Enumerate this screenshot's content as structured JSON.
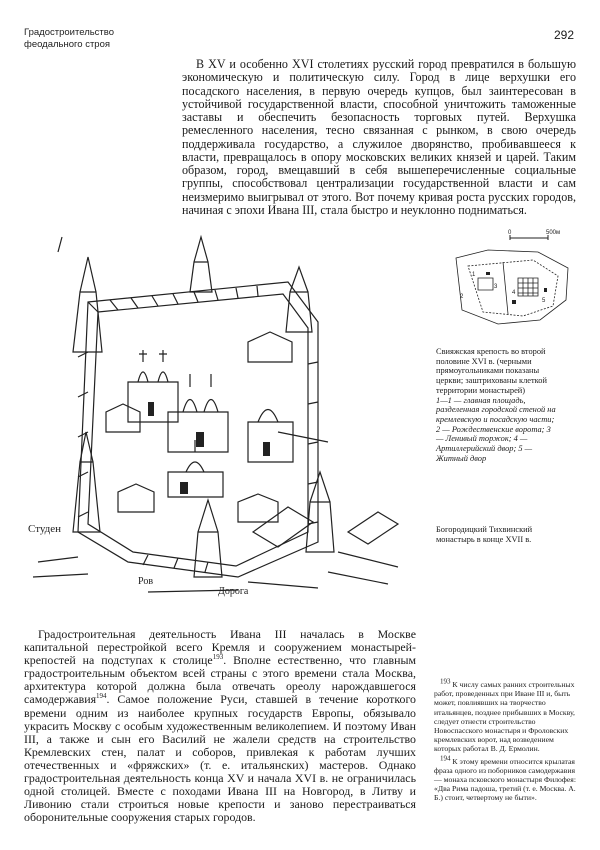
{
  "header": {
    "title_line1": "Градостроительство",
    "title_line2": "феодального строя",
    "page_number": "292"
  },
  "top_paragraph": "В XV и особенно XVI столетиях русский город превратился в большую экономическую и политическую силу. Город в лице верхушки его посадского населения, в первую очередь купцов, был заинтересован в устойчивой государственной власти, способной уничтожить таможенные заставы и обеспечить безопасность торговых путей. Верхушка ремесленного населения, тесно связанная с рынком, в свою очередь поддерживала государство, а служилое дворянство, пробивавшееся к власти, превращалось в опору московских великих князей и царей. Таким образом, город, вмещавший в себя вышеперечисленные социальные группы, способствовал централизации государственной власти и сам неизмеримо выигрывал от этого. Вот почему кривая роста русских городов, начиная с эпохи Ивана III, стала быстро и неуклонно подниматься.",
  "map": {
    "scale_0": "0",
    "scale_500": "500м",
    "labels": [
      "1",
      "2",
      "3",
      "4",
      "5"
    ]
  },
  "caption_map": {
    "title": "Свияжская крепость во второй половине XVI в. (черными прямоугольниками показаны церкви; заштрихованы клеткой территории монастырей)",
    "legend": "1—1 — главная площадь, разделенная городской стеной на кремлевскую и посадскую части; 2 — Рождественские ворота; 3 — Ленивый торжок; 4 — Артиллерийский двор; 5 — Житный двор"
  },
  "caption_drawing": "Богородицкий Тихвинский монастырь в конце XVII в.",
  "drawing_labels": {
    "left": "Студен",
    "bottom": "Ров",
    "road": "Дорога"
  },
  "bottom_paragraph_parts": {
    "a": "Градостроительная деятельность Ивана III началась в Москве капитальной перестройкой всего Кремля и сооружением монастырей-крепостей на подступах к столице",
    "fn1": "193",
    "b": ". Вполне естественно, что главным градостроительным объектом всей страны с этого времени стала Москва, архитектура которой должна была отвечать ореолу нарождавшегося самодержавия",
    "fn2": "194",
    "c": ". Самое положение Руси, ставшей в течение короткого времени одним из наиболее крупных государств Европы, обязывало украсить Москву с особым художественным великолепием. И поэтому Иван III, а также и сын его Василий не жалели средств на строительство Кремлевских стен, палат и соборов, привлекая к работам лучших отечественных и «фряжских» (т. е. итальянских) мастеров. Однако градостроительная деятельность конца XV и начала XVI в. не ограничилась одной столицей. Вместе с походами Ивана III на Новгород, в Литву и Ливонию стали строиться новые крепости и заново перестраиваться оборонительные сооружения старых городов."
  },
  "footnotes": [
    {
      "num": "193",
      "text": "К числу самых ранних строительных работ, проведенных при Иване III и, быть может, повлиявших на творчество итальянцев, позднее прибывших в Москву, следует отнести строительство Новоспасского монастыря и Фроловских кремлевских ворот, над возведением которых работал В. Д. Ермолин."
    },
    {
      "num": "194",
      "text": "К этому времени относится крылатая фраза одного из поборников самодержавия — монаха псковского монастыря Филофея: «Два Рима падоша, третий (т. е. Москва. А. Б.) стоит, четвертому не быти»."
    }
  ]
}
